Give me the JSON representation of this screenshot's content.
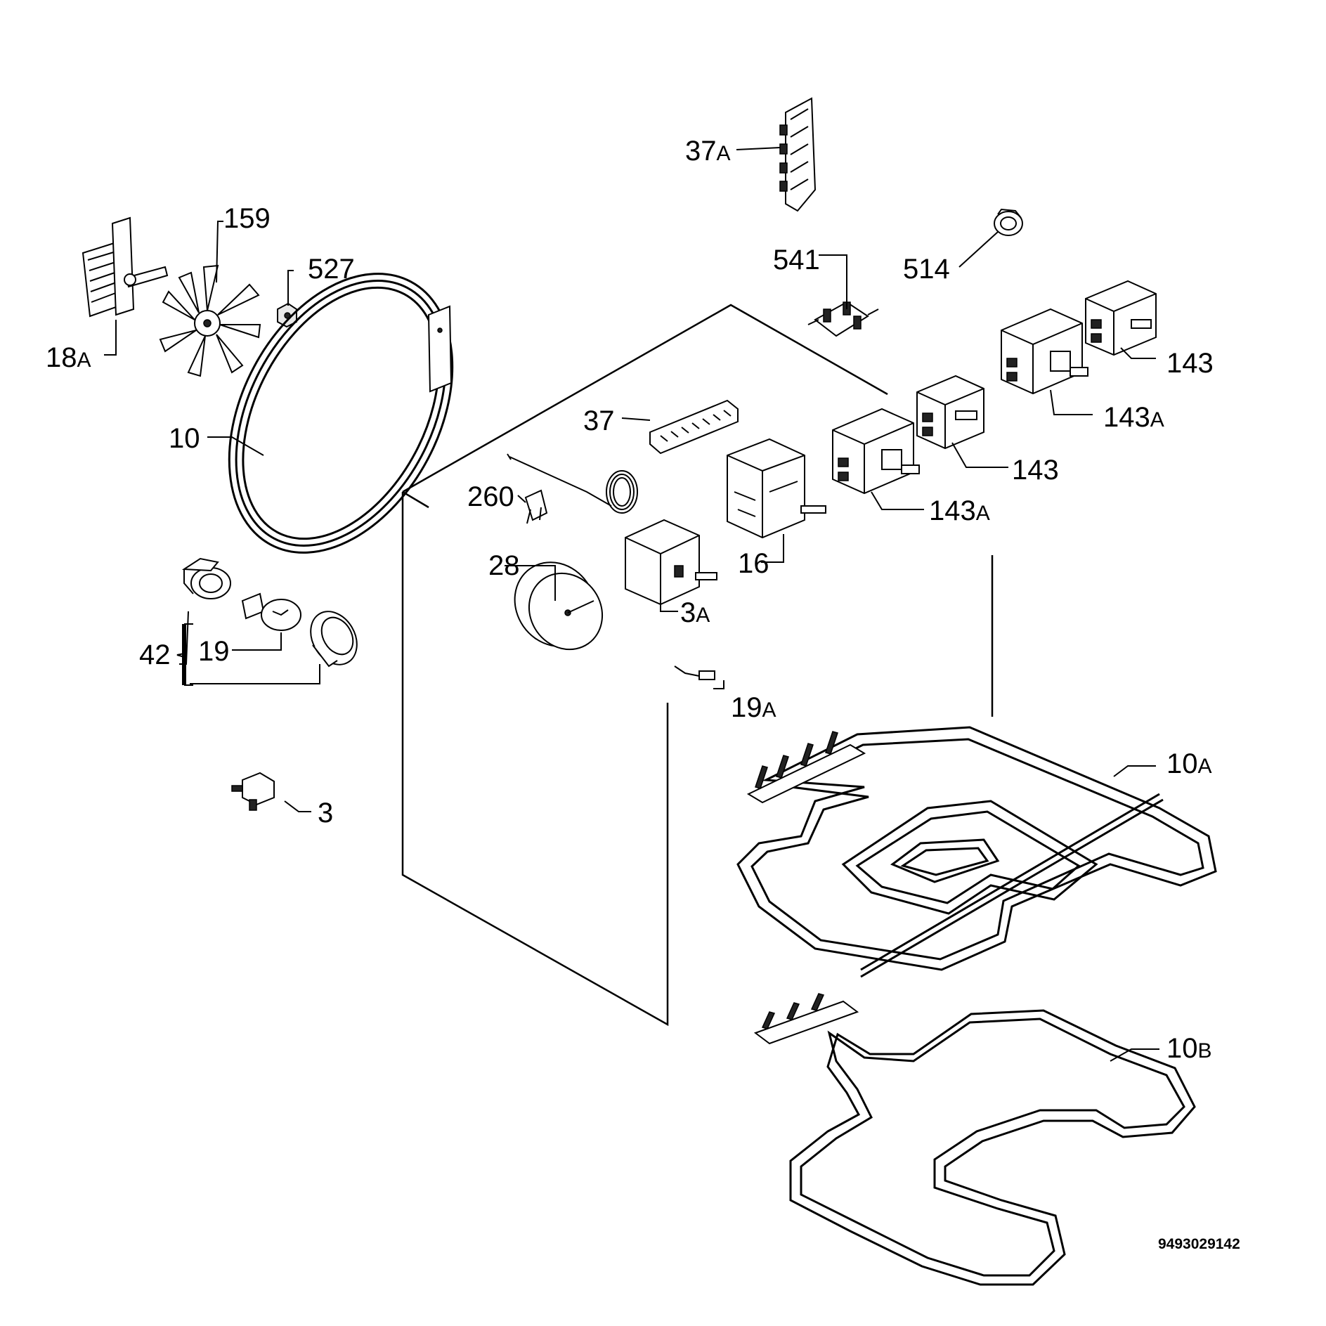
{
  "diagram": {
    "document_number": "9493029142",
    "labels": {
      "l37A": {
        "num": "37",
        "suffix": "A"
      },
      "l159": {
        "num": "159",
        "suffix": ""
      },
      "l527": {
        "num": "527",
        "suffix": ""
      },
      "l541": {
        "num": "541",
        "suffix": ""
      },
      "l514": {
        "num": "514",
        "suffix": ""
      },
      "l18A": {
        "num": "18",
        "suffix": "A"
      },
      "l143a": {
        "num": "143",
        "suffix": ""
      },
      "l143Aa": {
        "num": "143",
        "suffix": "A"
      },
      "l10": {
        "num": "10",
        "suffix": ""
      },
      "l37": {
        "num": "37",
        "suffix": ""
      },
      "l143b": {
        "num": "143",
        "suffix": ""
      },
      "l260": {
        "num": "260",
        "suffix": ""
      },
      "l143Ab": {
        "num": "143",
        "suffix": "A"
      },
      "l28": {
        "num": "28",
        "suffix": ""
      },
      "l16": {
        "num": "16",
        "suffix": ""
      },
      "l3A": {
        "num": "3",
        "suffix": "A"
      },
      "l42": {
        "num": "42",
        "suffix": ""
      },
      "l19": {
        "num": "19",
        "suffix": ""
      },
      "l19A": {
        "num": "19",
        "suffix": "A"
      },
      "l10A": {
        "num": "10",
        "suffix": "A"
      },
      "l3": {
        "num": "3",
        "suffix": ""
      },
      "l10B": {
        "num": "10",
        "suffix": "B"
      }
    }
  }
}
